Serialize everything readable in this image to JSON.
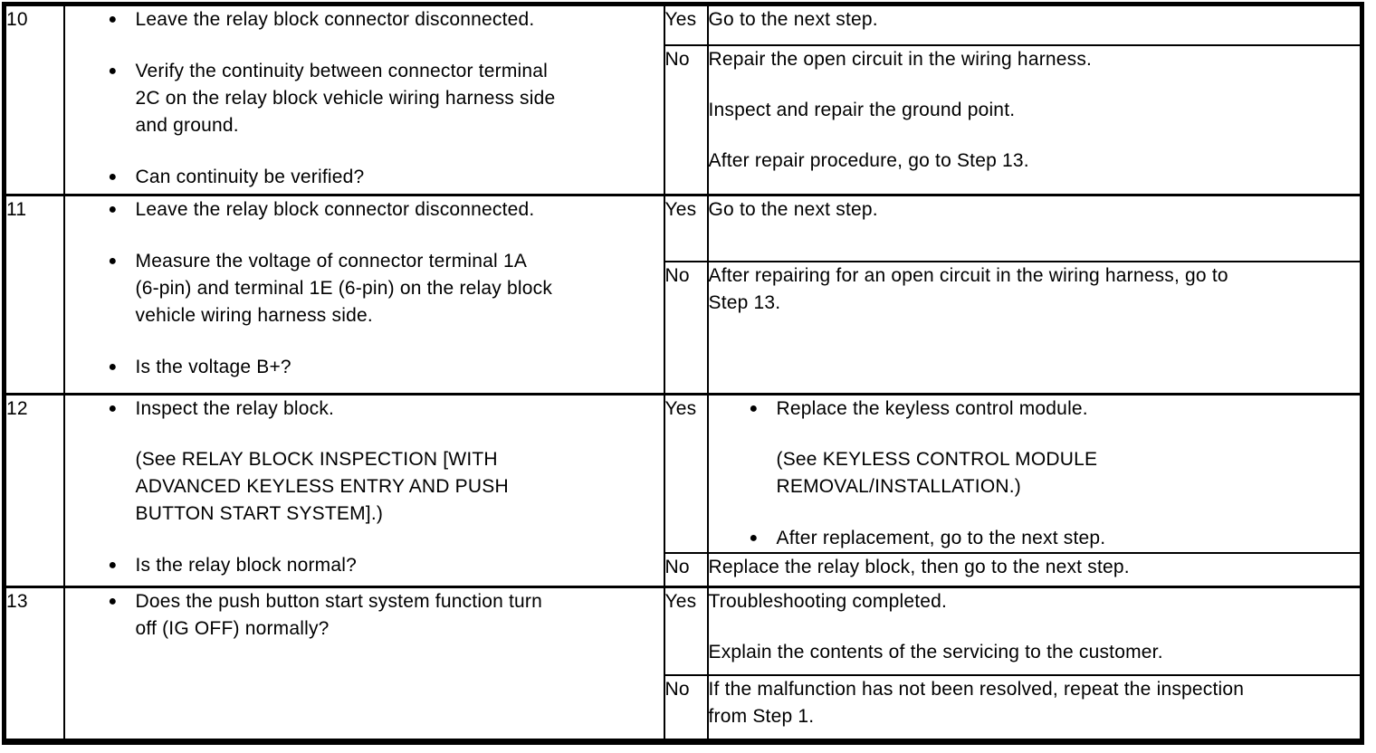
{
  "icons": {
    "bullet": "●"
  },
  "table": {
    "steps": [
      {
        "step": "10",
        "inspection": [
          {
            "text": "Leave the relay block connector disconnected."
          },
          {
            "text": "Verify the continuity between connector terminal\n2C on the relay block vehicle wiring harness side\nand ground."
          },
          {
            "text": "Can continuity be verified?"
          }
        ],
        "results": [
          {
            "verdict": "Yes",
            "paragraphs": [
              "Go to the next step."
            ]
          },
          {
            "verdict": "No",
            "paragraphs": [
              "Repair the open circuit in the wiring harness.",
              "Inspect and repair the ground point.",
              "After repair procedure, go to Step 13."
            ]
          }
        ]
      },
      {
        "step": "11",
        "inspection": [
          {
            "text": "Leave the relay block connector disconnected."
          },
          {
            "text": "Measure the voltage of connector terminal 1A\n(6-pin) and terminal 1E (6-pin) on the relay block\nvehicle wiring harness side."
          },
          {
            "text": "Is the voltage B+?"
          }
        ],
        "results": [
          {
            "verdict": "Yes",
            "paragraphs": [
              "Go to the next step."
            ]
          },
          {
            "verdict": "No",
            "paragraphs": [
              "After repairing for an open circuit in the wiring harness, go to\nStep 13."
            ]
          }
        ]
      },
      {
        "step": "12",
        "inspection": [
          {
            "text": "Inspect the relay block.",
            "note": "(See RELAY BLOCK INSPECTION [WITH\nADVANCED KEYLESS ENTRY AND PUSH\nBUTTON START SYSTEM].)"
          },
          {
            "text": "Is the relay block normal?"
          }
        ],
        "results": [
          {
            "verdict": "Yes",
            "bullets": [
              {
                "text": "Replace the keyless control module.",
                "note": "(See KEYLESS CONTROL MODULE\nREMOVAL/INSTALLATION.)"
              },
              {
                "text": "After replacement, go to the next step."
              }
            ]
          },
          {
            "verdict": "No",
            "paragraphs": [
              "Replace the relay block, then go to the next step."
            ]
          }
        ]
      },
      {
        "step": "13",
        "inspection": [
          {
            "text": "Does the push button start system function turn\noff (IG OFF) normally?"
          }
        ],
        "results": [
          {
            "verdict": "Yes",
            "paragraphs": [
              "Troubleshooting completed.",
              "Explain the contents of the servicing to the customer."
            ]
          },
          {
            "verdict": "No",
            "paragraphs": [
              "If the malfunction has not been resolved, repeat the inspection\nfrom Step 1."
            ]
          }
        ]
      }
    ]
  }
}
